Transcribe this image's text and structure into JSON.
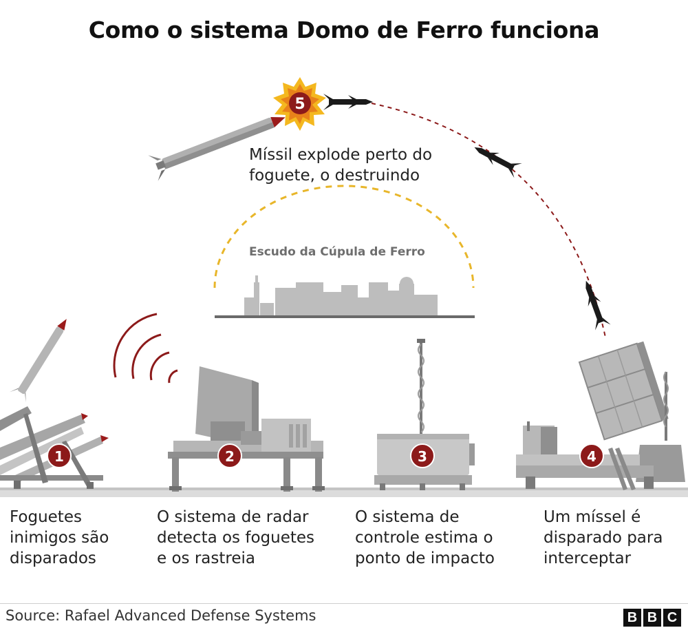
{
  "title": "Como o sistema Domo de Ferro funciona",
  "explosion": {
    "number": "5",
    "text_line1": "Míssil explode perto do",
    "text_line2": "foguete, o destruindo"
  },
  "shield_label": "Escudo da Cúpula de Ferro",
  "steps": [
    {
      "number": "1",
      "line1": "Foguetes",
      "line2": "inimigos são",
      "line3": "disparados"
    },
    {
      "number": "2",
      "line1": "O sistema de radar",
      "line2": "detecta os foguetes",
      "line3": "e os rastreia"
    },
    {
      "number": "3",
      "line1": "O sistema de",
      "line2": "controle estima o",
      "line3": "ponto de impacto"
    },
    {
      "number": "4",
      "line1": "Um míssel é",
      "line2": "disparado para",
      "line3": "interceptar"
    }
  ],
  "source": "Source: Rafael Advanced Defense Systems",
  "logo": [
    "B",
    "B",
    "C"
  ],
  "colors": {
    "accent_red": "#9b1b1b",
    "badge_red": "#8c1a1a",
    "shield_yellow": "#e8b62a",
    "equipment_gray": "#a9a9a9",
    "ground_gray": "#e3e3e3"
  }
}
